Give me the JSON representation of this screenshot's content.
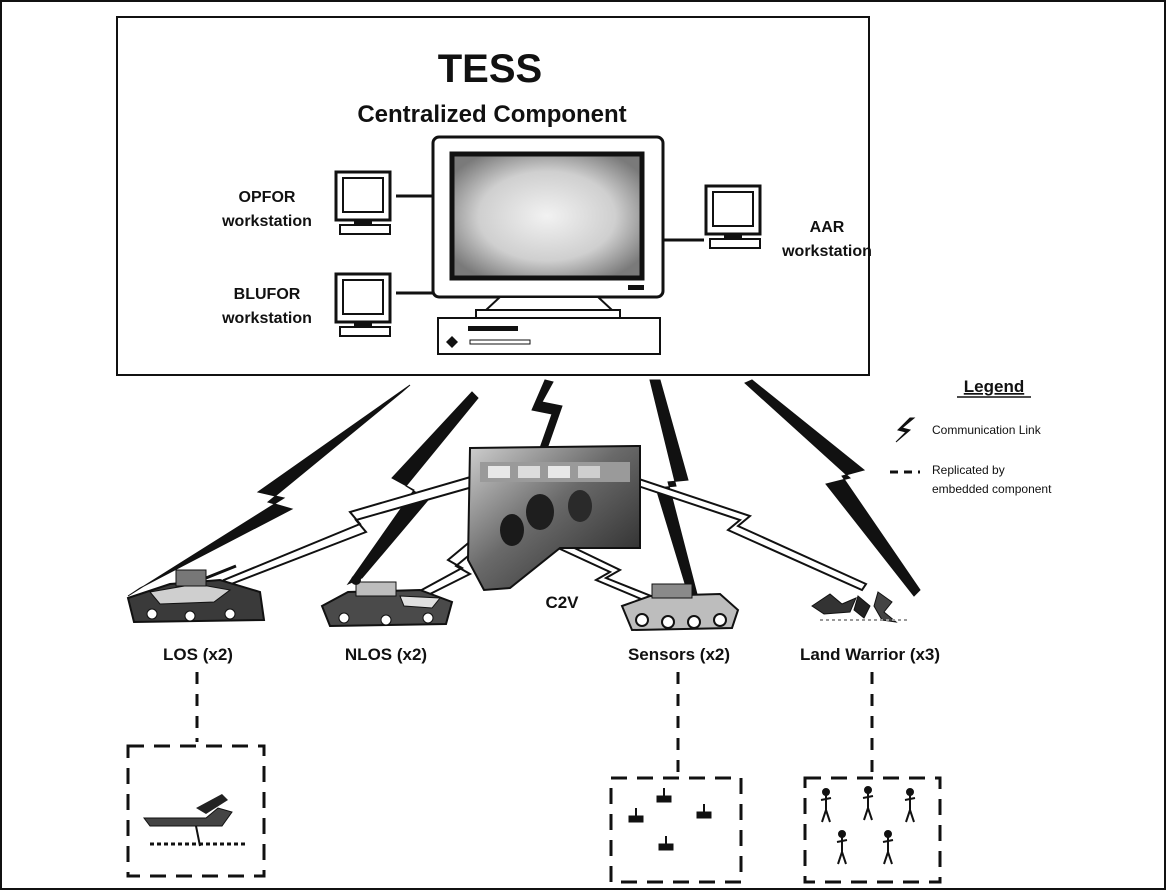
{
  "central": {
    "title": "TESS",
    "subtitle": "Centralized Component"
  },
  "workstations": {
    "opfor": [
      "OPFOR",
      "workstation"
    ],
    "blufor": [
      "BLUFOR",
      "workstation"
    ],
    "aar": [
      "AAR",
      "workstation"
    ]
  },
  "platforms": {
    "c2v": "C2V",
    "los": "LOS (x2)",
    "nlos": "NLOS (x2)",
    "sensors": "Sensors (x2)",
    "land_warrior": "Land Warrior (x3)"
  },
  "legend": {
    "title": "Legend",
    "communication_link": "Communication Link",
    "replicated": [
      "Replicated by",
      "embedded component"
    ]
  },
  "colors": {
    "ink": "#111111",
    "screen_light": "#d8d8d8",
    "photo_dark": "#3a3a3a"
  }
}
